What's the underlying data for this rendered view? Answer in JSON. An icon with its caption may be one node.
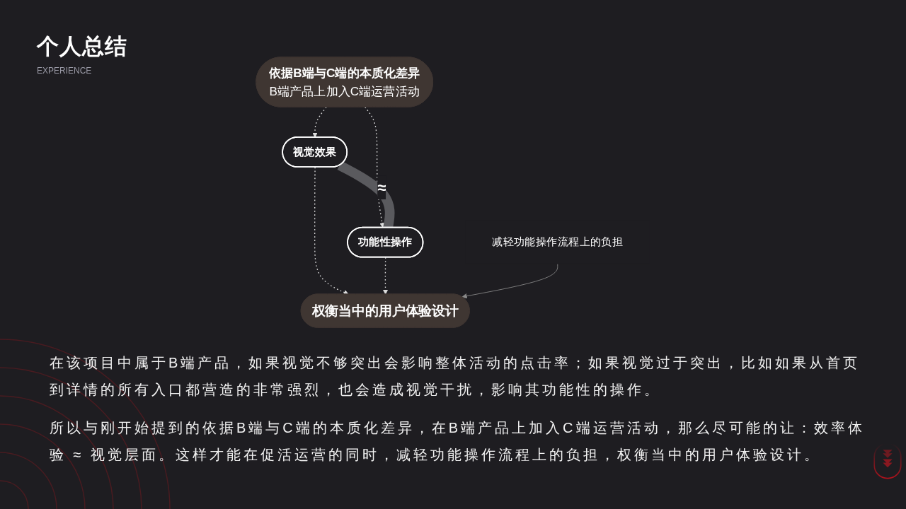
{
  "diagram": {
    "title": "个人总结",
    "nodes": [
      {
        "text": [
          "依据B端与C端的本质化差异",
          "B端产品上加入C端运营活动"
        ]
      },
      {
        "text": [
          "视觉效果"
        ]
      },
      {
        "text": [
          "功能性操作"
        ]
      },
      {
        "text": [
          "减轻功能操作流程上的负担"
        ]
      },
      {
        "text": [
          "权衡当中的用户体验设计"
        ]
      }
    ],
    "edges": [
      {
        "from": 0,
        "to": 1,
        "arrow": "to",
        "style": "dashed"
      },
      {
        "from": 0,
        "to": 2,
        "arrow": "to",
        "style": "dashed"
      },
      {
        "from": 1,
        "to": 2,
        "arrow": "none",
        "label": "≈",
        "style": "thick",
        "color": "#5a5a5e"
      },
      {
        "from": 1,
        "to": 4,
        "arrow": "to",
        "style": "dashed"
      },
      {
        "from": 2,
        "to": 4,
        "arrow": "to",
        "style": "dashed"
      },
      {
        "from": 3,
        "to": 4,
        "arrow": "to",
        "color": "#8a8a8a"
      }
    ],
    "labels": [
      "EXPERIENCE",
      "在该项目中属于B端产品，如果视觉不够突出会影响整体活动的点击率；如果视觉过于突出，比如如果从首页到详情的所有入口都营造的非常强烈，也会造成视觉干扰，影响其功能性的操作。",
      "所以与刚开始提到的依据B端与C端的本质化差异，在B端产品上加入C端运营活动，那么尽可能的让：效率体验 ≈ 视觉层面。这样才能在促活运营的同时，减轻功能操作流程上的负担，权衡当中的用户体验设计。"
    ]
  }
}
